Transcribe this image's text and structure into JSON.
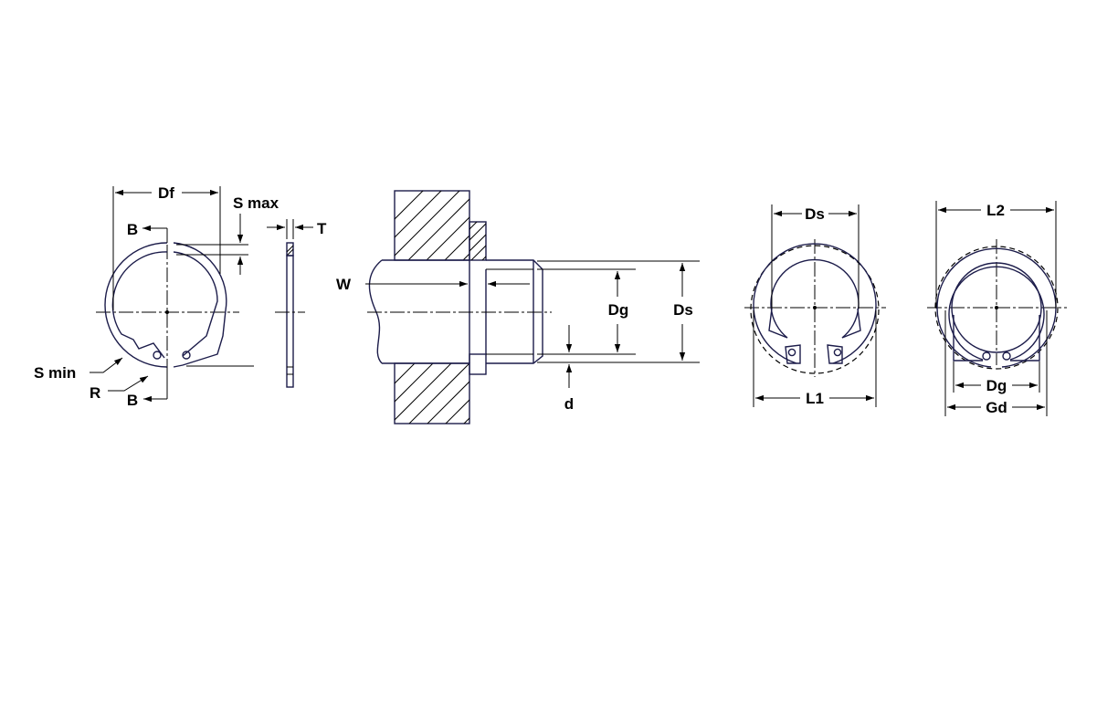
{
  "labels": {
    "df": "Df",
    "b_top": "B",
    "s_max": "S max",
    "t": "T",
    "s_min": "S min",
    "r": "R",
    "b_bottom": "B",
    "w": "W",
    "dg_mid": "Dg",
    "ds_mid": "Ds",
    "d": "d",
    "ds_right": "Ds",
    "l1": "L1",
    "l2": "L2",
    "dg_right": "Dg",
    "gd": "Gd"
  },
  "colors": {
    "ink": "#000000",
    "ring_outline": "#1c1c4a",
    "background": "#ffffff"
  },
  "icons": {
    "arrowhead": "filled-triangle-arrow"
  }
}
